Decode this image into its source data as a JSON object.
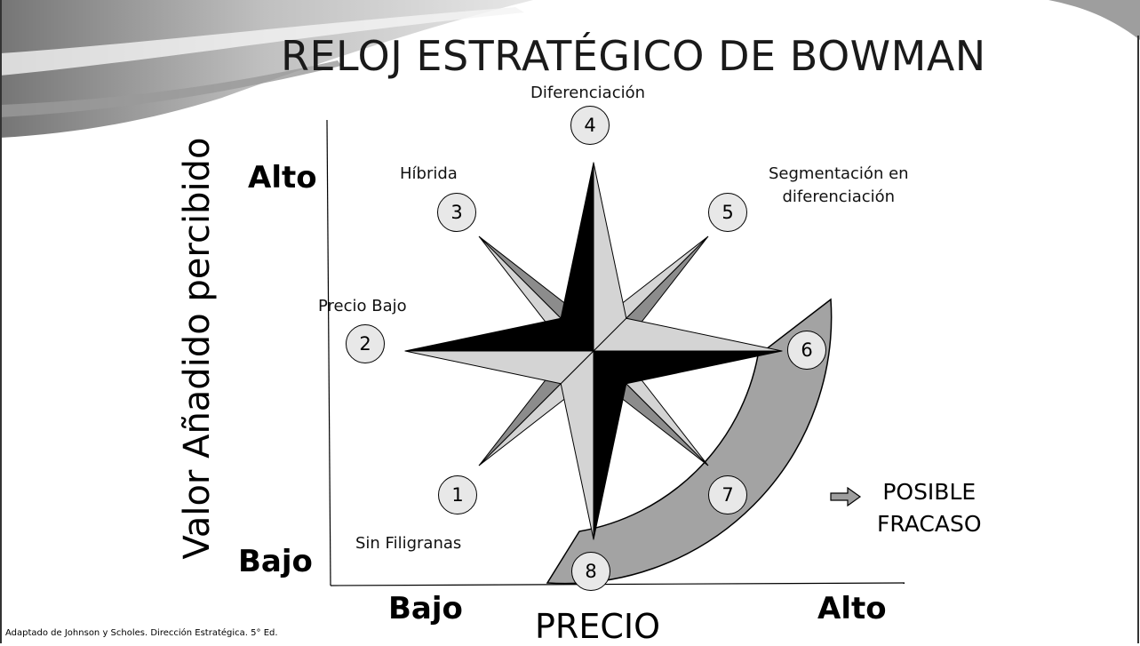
{
  "title": "RELOJ ESTRATÉGICO DE BOWMAN",
  "y_axis": {
    "title": "Valor Añadido percibido",
    "high": "Alto",
    "low": "Bajo"
  },
  "x_axis": {
    "title": "PRECIO",
    "low": "Bajo",
    "high": "Alto"
  },
  "strategies": [
    {
      "number": "1",
      "label": "Sin Filigranas"
    },
    {
      "number": "2",
      "label": "Precio Bajo"
    },
    {
      "number": "3",
      "label": "Híbrida"
    },
    {
      "number": "4",
      "label": "Diferenciación"
    },
    {
      "number": "5",
      "label_line1": "Segmentación en",
      "label_line2": "diferenciación"
    },
    {
      "number": "6"
    },
    {
      "number": "7"
    },
    {
      "number": "8"
    }
  ],
  "outcome": {
    "line1": "POSIBLE",
    "line2": "FRACASO"
  },
  "source": "Adaptado de Johnson y Scholes. Dirección Estratégica. 5° Ed.",
  "colors": {
    "dark": "#000000",
    "light": "#d4d4d4",
    "mid": "#8c8c8c",
    "sector": "#a3a3a3",
    "circle": "#e8e8e8"
  }
}
